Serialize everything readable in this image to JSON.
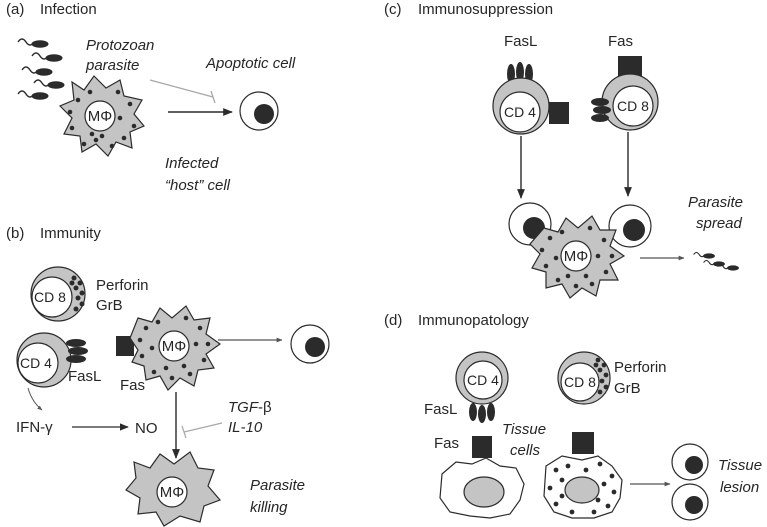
{
  "panels": {
    "a": {
      "label": "(a)",
      "title": "Infection"
    },
    "b": {
      "label": "(b)",
      "title": "Immunity"
    },
    "c": {
      "label": "(c)",
      "title": "Immunosuppression"
    },
    "d": {
      "label": "(d)",
      "title": "Immunopatology"
    }
  },
  "panel_a": {
    "protozoan_l1": "Protozoan",
    "protozoan_l2": "parasite",
    "apoptotic": "Apoptotic cell",
    "infected_l1": "Infected",
    "infected_l2": "“host” cell",
    "macrophage": "MΦ"
  },
  "panel_b": {
    "cd8": "CD 8",
    "perforin": "Perforin",
    "grb": "GrB",
    "cd4": "CD 4",
    "fasl": "FasL",
    "fas": "Fas",
    "macrophage": "MΦ",
    "ifn": "IFN-γ",
    "no": "NO",
    "tgf_prefix": "TGF",
    "tgf_suffix": "-β",
    "il10": "IL-10",
    "killing_l1": "Parasite",
    "killing_l2": "killing",
    "macrophage2": "MΦ"
  },
  "panel_c": {
    "fasl": "FasL",
    "fas": "Fas",
    "cd4": "CD 4",
    "cd8": "CD 8",
    "macrophage": "MΦ",
    "spread_l1": "Parasite",
    "spread_l2": "spread"
  },
  "panel_d": {
    "cd4": "CD 4",
    "cd8": "CD 8",
    "perforin": "Perforin",
    "grb": "GrB",
    "fasl": "FasL",
    "fas": "Fas",
    "tissue_cells_l1": "Tissue",
    "tissue_cells_l2": "cells",
    "lesion_l1": "Tissue",
    "lesion_l2": "lesion"
  },
  "colors": {
    "cell_fill": "#c4c4c4",
    "dark": "#2b2b2b",
    "inhibit_line": "#a8a8a8"
  }
}
